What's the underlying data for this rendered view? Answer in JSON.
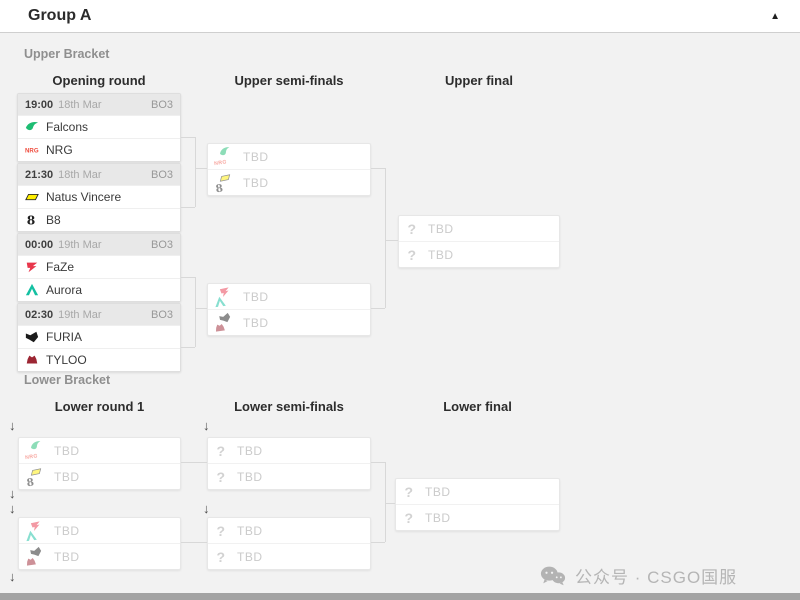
{
  "header": {
    "title": "Group A"
  },
  "icons": {
    "collapse": "▲",
    "drop_arrow": "↓",
    "question": "?"
  },
  "upper_bracket": {
    "label": "Upper Bracket",
    "columns": {
      "round1": "Opening round",
      "semis": "Upper semi-finals",
      "final": "Upper final"
    },
    "matches": [
      {
        "time": "19:00",
        "date": "18th Mar",
        "format": "BO3",
        "teams": [
          {
            "name": "Falcons",
            "icon": "falcons-logo"
          },
          {
            "name": "NRG",
            "icon": "nrg-logo"
          }
        ]
      },
      {
        "time": "21:30",
        "date": "18th Mar",
        "format": "BO3",
        "teams": [
          {
            "name": "Natus Vincere",
            "icon": "navi-logo"
          },
          {
            "name": "B8",
            "icon": "b8-logo"
          }
        ]
      },
      {
        "time": "00:00",
        "date": "19th Mar",
        "format": "BO3",
        "teams": [
          {
            "name": "FaZe",
            "icon": "faze-logo"
          },
          {
            "name": "Aurora",
            "icon": "aurora-logo"
          }
        ]
      },
      {
        "time": "02:30",
        "date": "19th Mar",
        "format": "BO3",
        "teams": [
          {
            "name": "FURIA",
            "icon": "furia-logo"
          },
          {
            "name": "TYLOO",
            "icon": "tyloo-logo"
          }
        ]
      }
    ],
    "semi_finals": [
      {
        "slots": [
          {
            "label": "TBD"
          },
          {
            "label": "TBD"
          }
        ]
      },
      {
        "slots": [
          {
            "label": "TBD"
          },
          {
            "label": "TBD"
          }
        ]
      }
    ],
    "final": {
      "slots": [
        {
          "label": "TBD"
        },
        {
          "label": "TBD"
        }
      ]
    }
  },
  "lower_bracket": {
    "label": "Lower Bracket",
    "columns": {
      "round1": "Lower round 1",
      "semis": "Lower semi-finals",
      "final": "Lower final"
    },
    "round1": [
      {
        "slots": [
          {
            "label": "TBD"
          },
          {
            "label": "TBD"
          }
        ]
      },
      {
        "slots": [
          {
            "label": "TBD"
          },
          {
            "label": "TBD"
          }
        ]
      }
    ],
    "semi_finals": [
      {
        "slots": [
          {
            "label": "TBD"
          },
          {
            "label": "TBD"
          }
        ]
      },
      {
        "slots": [
          {
            "label": "TBD"
          },
          {
            "label": "TBD"
          }
        ]
      }
    ],
    "final": {
      "slots": [
        {
          "label": "TBD"
        },
        {
          "label": "TBD"
        }
      ]
    }
  },
  "watermark": {
    "text": "公众号 · CSGO国服"
  },
  "colors": {
    "falcons": "#1ebd73",
    "nrg": "#ef4b3d",
    "navi": "#ffef00",
    "b8": "#1f1f1f",
    "faze": "#e8364b",
    "aurora": "#14c0a2",
    "furia": "#1b1b1b",
    "tyloo": "#9c2633",
    "panel_bg": "#f2f2f2",
    "connector": "#d8d8d8",
    "tbd_text": "#cbcbcb"
  }
}
